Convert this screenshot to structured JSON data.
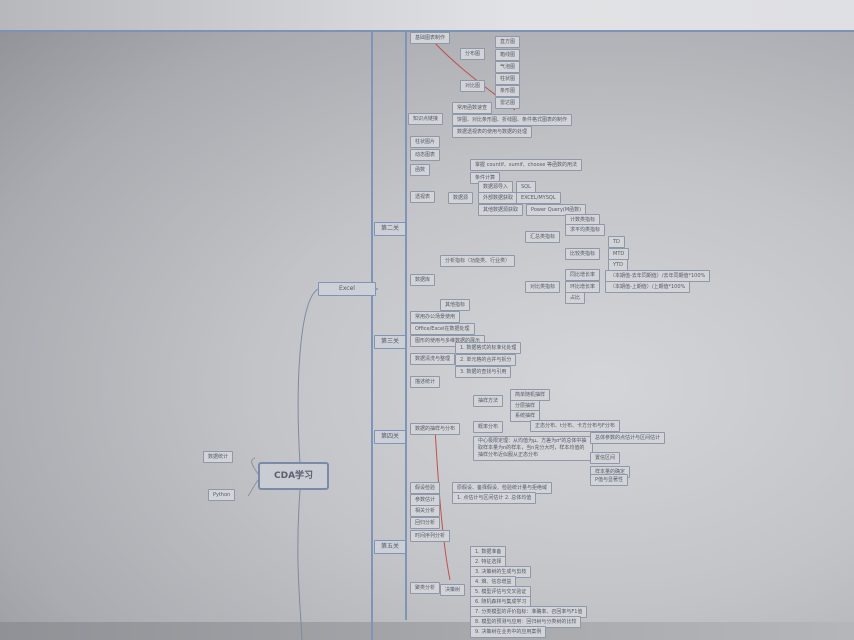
{
  "mindmap": {
    "root": "CDA学习",
    "left_branches": [
      "数据统计",
      "Python"
    ],
    "right_branch": "Excel",
    "nodes": [
      "第二关",
      "第三关",
      "第四关",
      "第五关",
      "基础图表制作",
      "分布图",
      "直方图",
      "箱线图",
      "气泡图",
      "对比图",
      "柱状图",
      "条形图",
      "雷达图",
      "知识点链接",
      "常用函数速查",
      "饼图、对比条形图、折线图、条件格式图表的制作",
      "数据透视表的使用与数据的处理",
      "柱状图片",
      "动态图表",
      "函数",
      "掌握 countif、sumif、choose 等函数的用法",
      "条件计算",
      "透视表",
      "数据源",
      "数据源导入",
      "SQL",
      "外部数据获取",
      "EXCEL/MYSQL",
      "其他数据源获取",
      "Power Query(M函数)",
      "数据库",
      "分析指标（功能类、行业类）",
      "汇总类指标",
      "计数类指标",
      "求平均类指标",
      "比较类指标",
      "TD",
      "MTD",
      "YTD",
      "对比类指标",
      "同比增长率",
      "（本期值-去年同期值）/去年同期值*100%",
      "环比增长率",
      "（本期值-上期值）/上期值*100%",
      "占比",
      "其他指标",
      "常用办公场景使用",
      "Office/Excel在数据处理",
      "图形的使用与多维数据的展示",
      "数据清洗与整理",
      "1. 数据格式的标准化处理",
      "2. 单元格的合并与拆分",
      "3. 数据的查找与引用",
      "描述统计",
      "数据的抽样与分布",
      "抽样方法",
      "简单随机抽样",
      "分层抽样",
      "系统抽样",
      "概率分布",
      "正态分布、t分布、卡方分布与F分布",
      "中心极限定理：从均值为μ、方差为σ²的总体中抽取样本量为n的样本，当n充分大时，样本均值的抽样分布近似服从正态分布",
      "总体参数的点估计与区间估计",
      "置信区间",
      "样本量的确定",
      "P值与显著性",
      "假设检验",
      "原假设、备择假设、检验统计量与拒绝域",
      "参数估计",
      "1. 点估计与区间估计 2. 总体均值",
      "相关分析",
      "回归分析",
      "时间序列分析",
      "聚类分析",
      "决策树",
      "1. 数据准备",
      "2. 特征选择",
      "3. 决策树的生成与剪枝",
      "4. 熵、信息增益",
      "5. 模型评估与交叉验证",
      "6. 随机森林与集成学习",
      "7. 分类模型的评价指标：准确率、召回率与F1值",
      "8. 模型的预测与应用：回归树与分类树的比较",
      "9. 决策树在业务中的应用案例"
    ]
  },
  "colors": {
    "link_line": "#7f94b8",
    "relationship_arrow": "#c0504d",
    "node_fill": "#d2d4d8"
  }
}
